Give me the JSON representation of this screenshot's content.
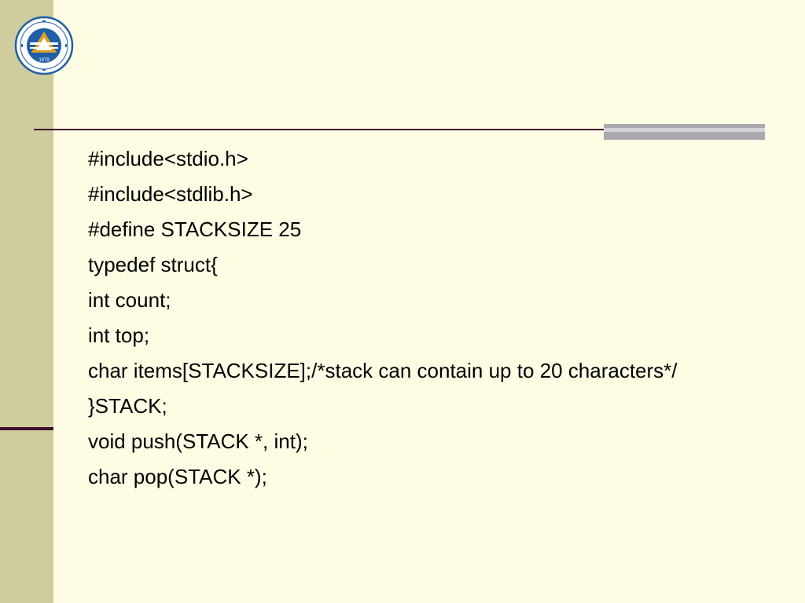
{
  "slide": {
    "lines": [
      "#include<stdio.h>",
      "#include<stdlib.h>",
      "#define STACKSIZE 25",
      "typedef struct{",
      "int count;",
      "int top;",
      "char items[STACKSIZE];/*stack can contain up to 20 characters*/",
      "}STACK;",
      "void push(STACK *, int);",
      "char pop(STACK *);"
    ]
  },
  "logo": {
    "year": "1979",
    "icon": "university-seal-icon"
  },
  "colors": {
    "background": "#FFFCE4",
    "side_band": "#CFCC9E",
    "rule": "#3F0F33",
    "accent_bar": "#A9A8AF",
    "seal_blue": "#1F5FA8",
    "seal_gold": "#E0A020"
  }
}
